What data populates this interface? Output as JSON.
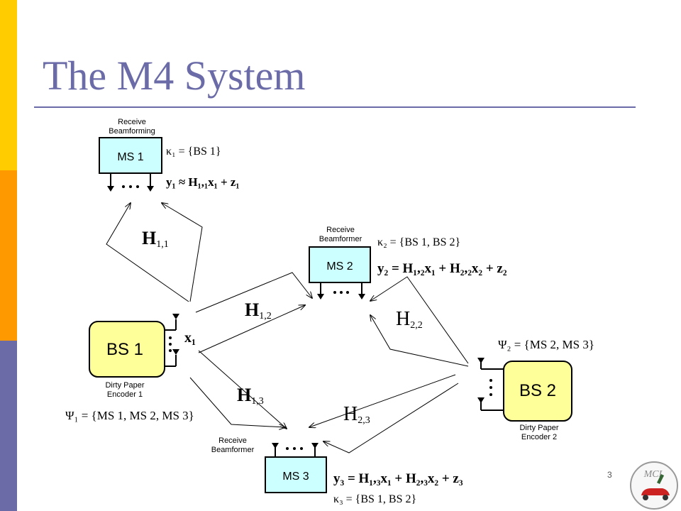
{
  "title": "The M4 System",
  "page_number": "3",
  "logo_text": "MCL",
  "nodes": {
    "ms1": {
      "label": "MS 1",
      "caption1": "Receive",
      "caption2": "Beamforming",
      "kappa": "κ₁ = {BS 1}",
      "eq": "y₁ ≈ H₁,₁x₁ + z₁"
    },
    "ms2": {
      "label": "MS 2",
      "caption1": "Receive",
      "caption2": "Beamformer",
      "kappa": "κ₂ = {BS 1, BS 2}",
      "eq": "y₂ = H₁,₂x₁ + H₂,₂x₂ + z₂"
    },
    "ms3": {
      "label": "MS 3",
      "caption1": "Receive",
      "caption2": "Beamformer",
      "kappa": "κ₃ = {BS 1, BS 2}",
      "eq": "y₃ = H₁,₃x₁ + H₂,₃x₂ + z₃"
    },
    "bs1": {
      "label": "BS 1",
      "caption1": "Dirty Paper",
      "caption2": "Encoder 1",
      "psi": "Ψ₁ = {MS 1, MS 2, MS 3}",
      "signal": "x₁"
    },
    "bs2": {
      "label": "BS 2",
      "caption1": "Dirty Paper",
      "caption2": "Encoder 2",
      "psi": "Ψ₂ = {MS 2, MS 3}"
    }
  },
  "channels": {
    "h11": "H1,1",
    "h12": "H1,2",
    "h13": "H1,3",
    "h22": "H2,2",
    "h23": "H2,3"
  },
  "colors": {
    "title": "#6b6ba8",
    "ms_fill": "#ccffff",
    "bs_fill": "#ffff99",
    "sidebar": [
      "#ffcc00",
      "#ff9900",
      "#6b6ba8"
    ]
  }
}
